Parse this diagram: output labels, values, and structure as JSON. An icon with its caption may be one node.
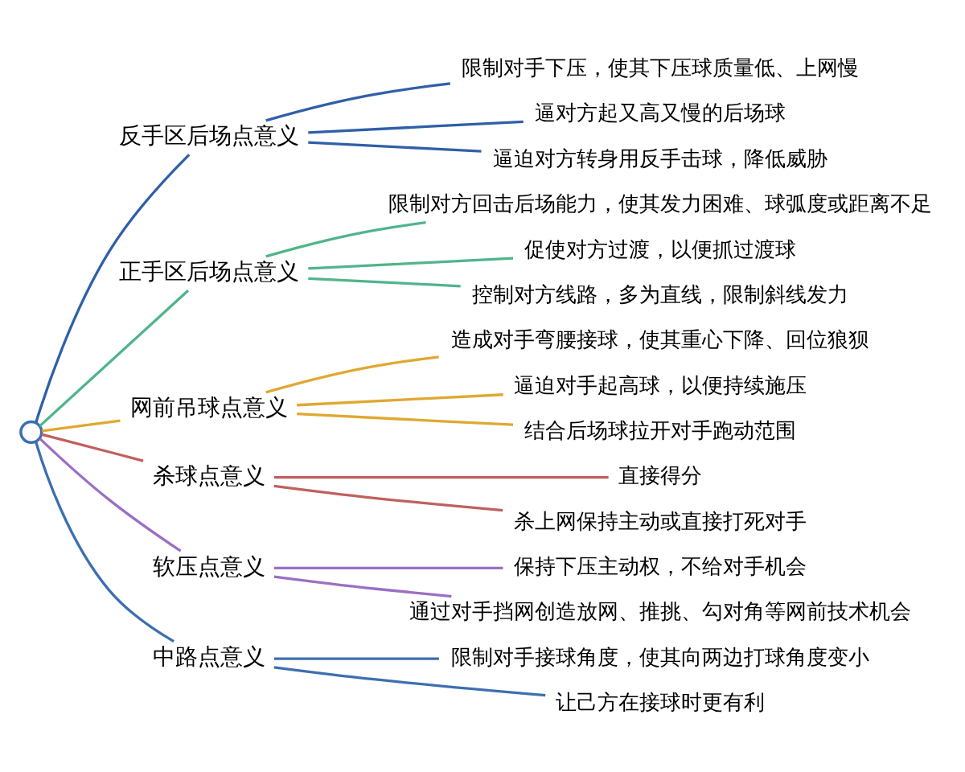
{
  "diagram": {
    "nodes": [
      {
        "text": [],
        "shape": "circle"
      },
      {
        "text": [
          "反手区后场点意义"
        ]
      },
      {
        "text": [
          "限制对手下压，使其下压球质量低、上网慢"
        ]
      },
      {
        "text": [
          "逼对方起又高又慢的后场球"
        ]
      },
      {
        "text": [
          "逼迫对方转身用反手击球，降低威胁"
        ]
      },
      {
        "text": [
          "正手区后场点意义"
        ]
      },
      {
        "text": [
          "限制对方回击后场能力，使其发力困难、球弧度或距离不足"
        ]
      },
      {
        "text": [
          "促使对方过渡，以便抓过渡球"
        ]
      },
      {
        "text": [
          "控制对方线路，多为直线，限制斜线发力"
        ]
      },
      {
        "text": [
          "网前吊球点意义"
        ]
      },
      {
        "text": [
          "造成对手弯腰接球，使其重心下降、回位狼狈"
        ]
      },
      {
        "text": [
          "逼迫对手起高球，以便持续施压"
        ]
      },
      {
        "text": [
          "结合后场球拉开对手跑动范围"
        ]
      },
      {
        "text": [
          "杀球点意义"
        ]
      },
      {
        "text": [
          "直接得分"
        ]
      },
      {
        "text": [
          "杀上网保持主动或直接打死对手"
        ]
      },
      {
        "text": [
          "软压点意义"
        ]
      },
      {
        "text": [
          "保持下压主动权，不给对手机会"
        ]
      },
      {
        "text": [
          "通过对手挡网创造放网、推挑、勾对角等网前技术机会"
        ]
      },
      {
        "text": [
          "中路点意义"
        ]
      },
      {
        "text": [
          "限制对手接球角度，使其向两边打球角度变小"
        ]
      },
      {
        "text": [
          "让己方在接球时更有利"
        ]
      }
    ],
    "edges": [
      {
        "from": 0,
        "to": 1,
        "arrow": "none",
        "color": "#2f5fa8"
      },
      {
        "from": 1,
        "to": 2,
        "arrow": "none",
        "color": "#2f5fa8"
      },
      {
        "from": 1,
        "to": 3,
        "arrow": "none",
        "color": "#2f5fa8"
      },
      {
        "from": 1,
        "to": 4,
        "arrow": "none",
        "color": "#2f5fa8"
      },
      {
        "from": 0,
        "to": 5,
        "arrow": "none",
        "color": "#4fb58a"
      },
      {
        "from": 5,
        "to": 6,
        "arrow": "none",
        "color": "#4fb58a"
      },
      {
        "from": 5,
        "to": 7,
        "arrow": "none",
        "color": "#4fb58a"
      },
      {
        "from": 5,
        "to": 8,
        "arrow": "none",
        "color": "#4fb58a"
      },
      {
        "from": 0,
        "to": 9,
        "arrow": "none",
        "color": "#e0a830"
      },
      {
        "from": 9,
        "to": 10,
        "arrow": "none",
        "color": "#e0a830"
      },
      {
        "from": 9,
        "to": 11,
        "arrow": "none",
        "color": "#e0a830"
      },
      {
        "from": 9,
        "to": 12,
        "arrow": "none",
        "color": "#e0a830"
      },
      {
        "from": 0,
        "to": 13,
        "arrow": "none",
        "color": "#c0605e"
      },
      {
        "from": 13,
        "to": 14,
        "arrow": "none",
        "color": "#c0605e"
      },
      {
        "from": 13,
        "to": 15,
        "arrow": "none",
        "color": "#c0605e"
      },
      {
        "from": 0,
        "to": 16,
        "arrow": "none",
        "color": "#9b6fc4"
      },
      {
        "from": 16,
        "to": 17,
        "arrow": "none",
        "color": "#9b6fc4"
      },
      {
        "from": 16,
        "to": 18,
        "arrow": "none",
        "color": "#9b6fc4"
      },
      {
        "from": 0,
        "to": 19,
        "arrow": "none",
        "color": "#3d6fb0"
      },
      {
        "from": 19,
        "to": 20,
        "arrow": "none",
        "color": "#3d6fb0"
      },
      {
        "from": 19,
        "to": 21,
        "arrow": "none",
        "color": "#3d6fb0"
      }
    ]
  }
}
